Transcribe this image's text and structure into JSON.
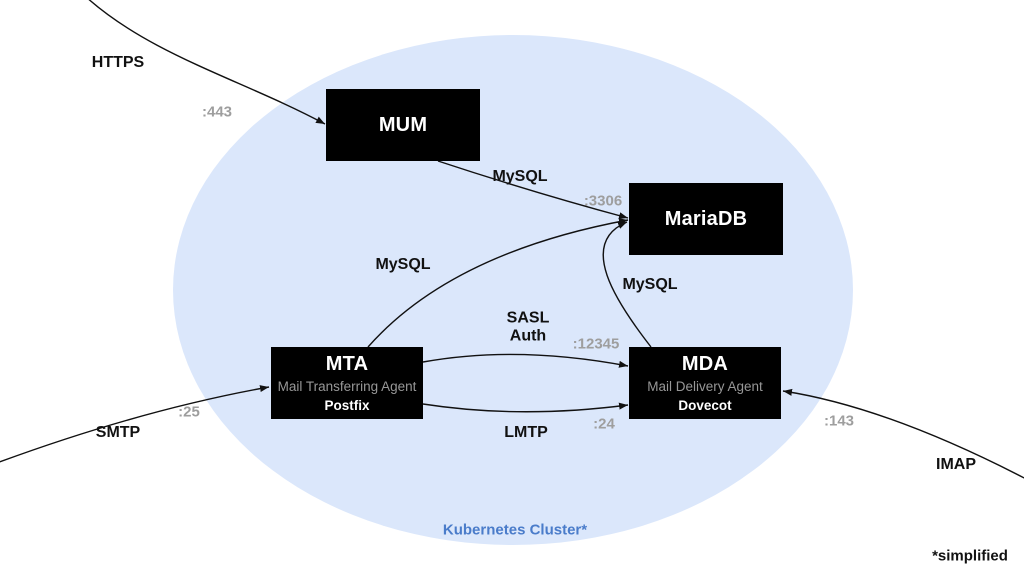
{
  "cluster": {
    "label": "Kubernetes Cluster*"
  },
  "footnote": "*simplified",
  "nodes": {
    "mum": {
      "title": "MUM"
    },
    "mariadb": {
      "title": "MariaDB"
    },
    "mta": {
      "title": "MTA",
      "subtitle": "Mail Transferring Agent",
      "implementation": "Postfix"
    },
    "mda": {
      "title": "MDA",
      "subtitle": "Mail Delivery Agent",
      "implementation": "Dovecot"
    }
  },
  "edges": {
    "https": {
      "protocol": "HTTPS",
      "port": ":443"
    },
    "smtp": {
      "protocol": "SMTP",
      "port": ":25"
    },
    "imap": {
      "protocol": "IMAP",
      "port": ":143"
    },
    "mum_to_mariadb": {
      "protocol": "MySQL",
      "port": ":3306"
    },
    "mta_to_mariadb": {
      "protocol": "MySQL"
    },
    "mda_to_mariadb": {
      "protocol": "MySQL"
    },
    "mta_to_mda_auth": {
      "protocol": "SASL\nAuth",
      "port": ":12345"
    },
    "mta_to_mda_lmtp": {
      "protocol": "LMTP",
      "port": ":24"
    }
  },
  "colors": {
    "cluster_fill": "#dbe7fb",
    "cluster_label": "#4a7cca",
    "port_label": "#9e9e9e",
    "node_fill": "#000000",
    "node_subtitle": "#979797",
    "line": "#111111"
  }
}
